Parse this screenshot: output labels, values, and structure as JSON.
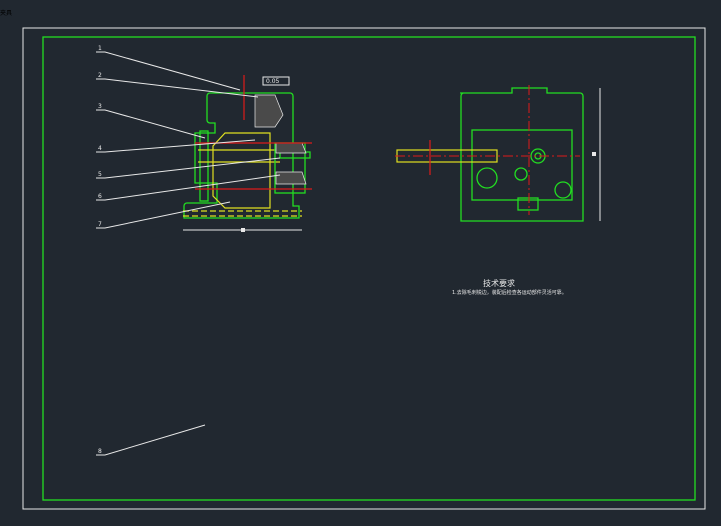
{
  "drawing": {
    "balloons": [
      "1",
      "2",
      "3",
      "4",
      "5",
      "6",
      "7",
      "8"
    ],
    "tolerance_frame": "0.05",
    "technical_requirements": {
      "title": "技术要求",
      "note": "1.去除毛刺锐边，装配后检查各运动部件灵活可靠。"
    },
    "title_block": {
      "name": "夹具"
    },
    "colors": {
      "outline": "#22dd22",
      "hidden": "#e0e020",
      "center": "#dd1a1a",
      "annotation": "#e8e8e8",
      "background": "#212830"
    }
  }
}
